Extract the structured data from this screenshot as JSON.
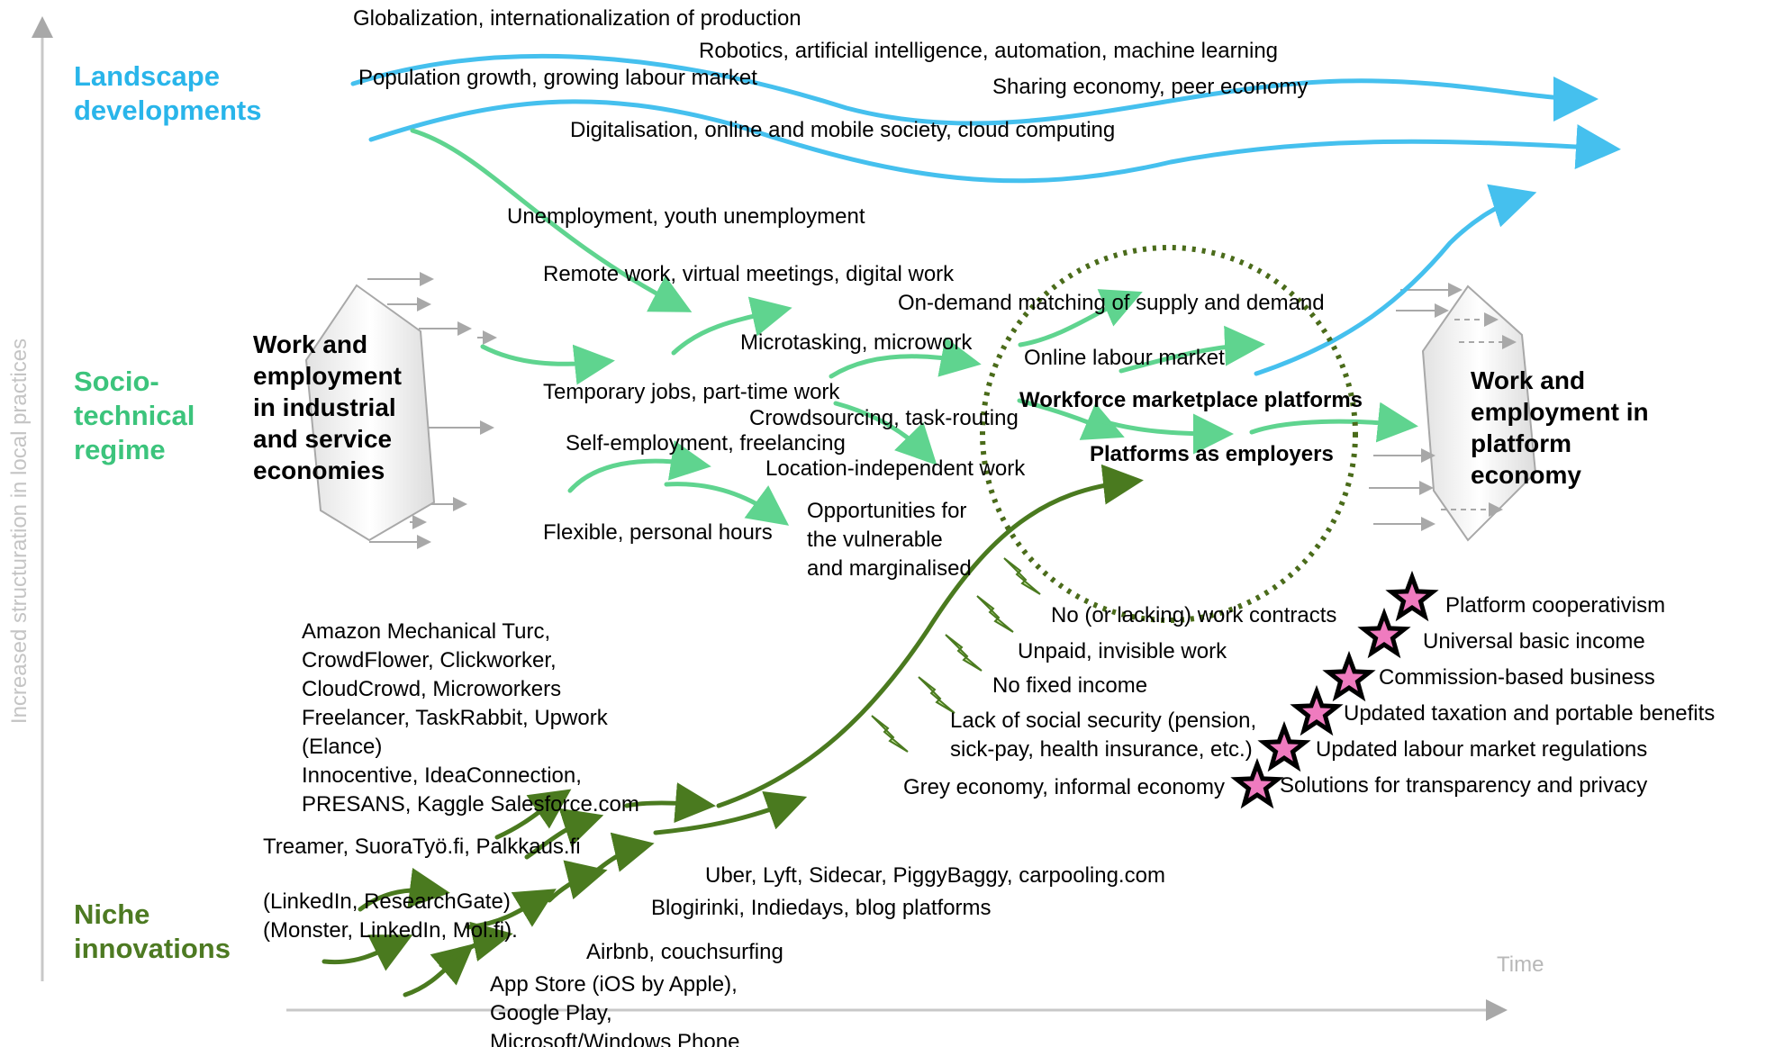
{
  "axes": {
    "y_label": "Increased structuration in local practices",
    "x_label": "Time"
  },
  "levels": {
    "landscape": "Landscape\ndevelopments",
    "regime": "Socio-\ntechnical\nregime",
    "niche": "Niche\ninnovations"
  },
  "colors": {
    "landscape": "#29b5ea",
    "regime": "#3cc47c",
    "niche": "#4d7a22",
    "regime_arrow": "#5fd48f",
    "niche_arrow": "#4a7a1f",
    "circle": "#4a6b1a",
    "star_fill": "#ef7bbf",
    "bolt_fill": "#c8eaa0",
    "grey": "#a0a0a0"
  },
  "regimes": {
    "left": "Work and\nemployment\nin industrial\nand service\neconomies",
    "right": "Work and\nemployment in\nplatform\neconomy"
  },
  "landscape_items": [
    "Globalization, internationalization of production",
    "Robotics, artificial intelligence, automation, machine learning",
    "Population growth, growing labour market",
    "Sharing economy, peer economy",
    "Digitalisation, online and mobile society, cloud computing"
  ],
  "regime_items": [
    "Unemployment, youth unemployment",
    "Remote work, virtual meetings, digital work",
    "On-demand matching of supply and demand",
    "Microtasking, microwork",
    "Online labour market",
    "Temporary jobs, part-time work",
    "Crowdsourcing, task-routing",
    "Self-employment, freelancing",
    "Location-independent work",
    "Flexible, personal hours",
    "Opportunities for\nthe vulnerable\nand marginalised"
  ],
  "platform_items": [
    "Workforce marketplace platforms",
    "Platforms as employers"
  ],
  "niche_items": [
    "Amazon Mechanical Turc,\nCrowdFlower,  Clickworker,\nCloudCrowd, Microworkers\nFreelancer, TaskRabbit, Upwork\n(Elance)\nInnocentive, IdeaConnection,\nPRESANS, Kaggle Salesforce.com",
    "Treamer, SuoraTyö.fi, Palkkaus.fi",
    "(LinkedIn, ResearchGate)\n(Monster, LinkedIn, Mol.fi).",
    "Uber, Lyft, Sidecar, PiggyBaggy, carpooling.com",
    "Blogirinki, Indiedays, blog platforms",
    "Airbnb, couchsurfing",
    "App Store (iOS by Apple),\nGoogle Play,\nMicrosoft/Windows Phone"
  ],
  "problems": [
    "No (or lacking) work contracts",
    "Unpaid, invisible work",
    "No fixed income",
    "Lack of social security (pension,\nsick-pay, health insurance, etc.)",
    "Grey economy, informal economy"
  ],
  "solutions": [
    "Platform cooperativism",
    "Universal basic income",
    "Commission-based business",
    "Updated taxation and portable benefits",
    "Updated labour market regulations",
    "Solutions for transparency and privacy"
  ]
}
